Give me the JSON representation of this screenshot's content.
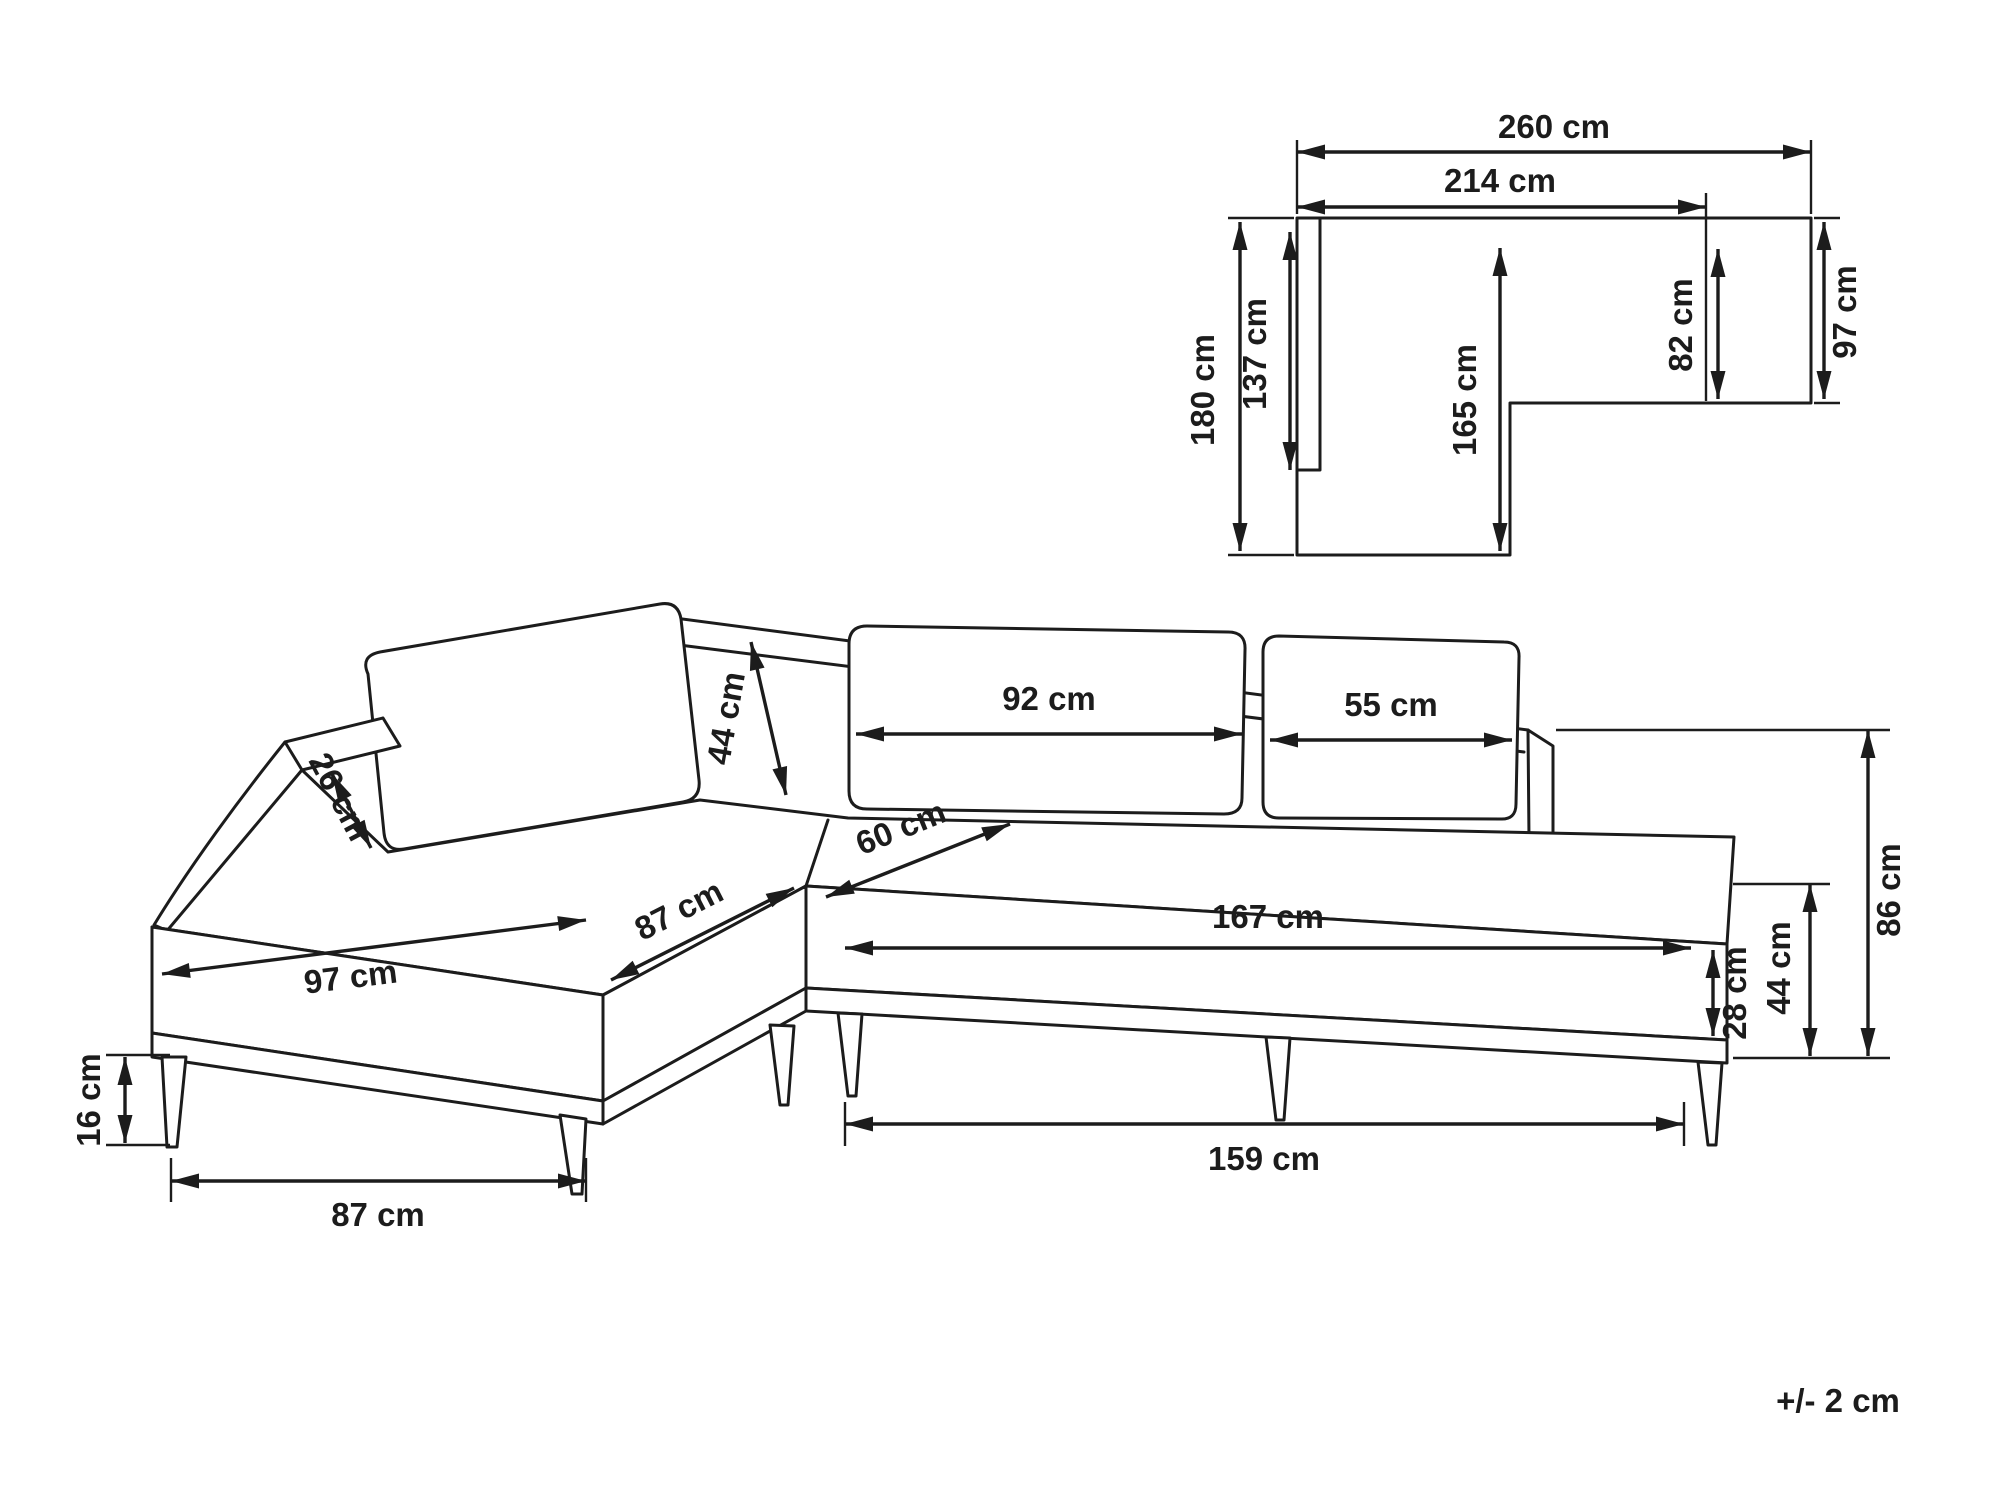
{
  "diagram": {
    "tolerance_note": "+/- 2 cm",
    "top_view": {
      "total_width": "260 cm",
      "seat_width": "214 cm",
      "total_depth": "180 cm",
      "backrest_inner_depth": "137 cm",
      "chaise_depth": "165 cm",
      "right_inner_depth": "82 cm",
      "right_depth": "97 cm"
    },
    "sofa_view": {
      "back_cushion_height": "44 cm",
      "center_cushion_width": "92 cm",
      "right_cushion_width": "55 cm",
      "armrest_width": "26 cm",
      "corner_seat_width": "60 cm",
      "chaise_edge_width": "87 cm",
      "chaise_seat_length": "97 cm",
      "seat_length": "167 cm",
      "seat_edge_height": "28 cm",
      "seat_height": "44 cm",
      "total_height": "86 cm",
      "leg_height": "16 cm",
      "chaise_leg_span": "87 cm",
      "seat_leg_span": "159 cm"
    }
  }
}
